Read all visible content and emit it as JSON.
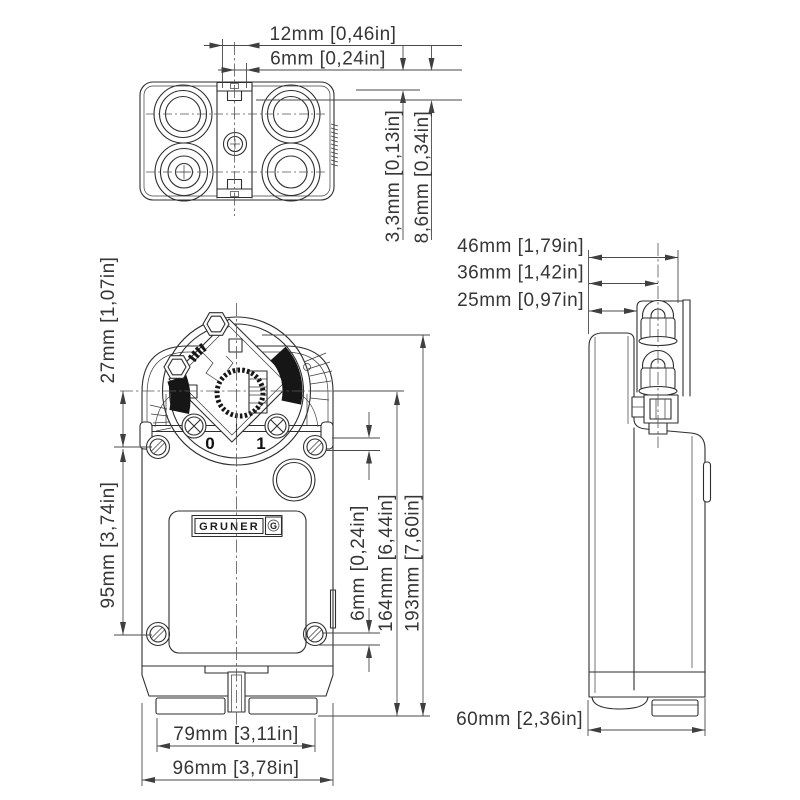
{
  "meta": {
    "background": "#ffffff",
    "line_color": "#2e2e2e",
    "dim_color": "#4a4a4a",
    "dark_fill": "#161616"
  },
  "top_view": {
    "dim_tab_width": "12mm [0,46in]",
    "dim_center_offset": "6mm [0,24in]",
    "dim_lip": "3,3mm [0,13in]",
    "dim_step": "8,6mm [0,34in]"
  },
  "front_view": {
    "brand": "GRUNER",
    "logo_mark": "G",
    "scale_zero": "0",
    "scale_one": "1",
    "dim_top_to_shaft": "27mm [1,07in]",
    "dim_mount_spacing": "95mm [3,74in]",
    "dim_screw_offset": "6mm [0,24in]",
    "dim_shaft_to_bottom": "164mm [6,44in]",
    "dim_overall_height": "193mm [7,60in]",
    "dim_foot_spacing": "79mm [3,11in]",
    "dim_overall_width": "96mm [3,78in]"
  },
  "side_view": {
    "dim_depth_total": "46mm [1,79in]",
    "dim_shaft_axis": "36mm [1,42in]",
    "dim_clamp_face": "25mm [0,97in]",
    "dim_body_depth": "60mm [2,36in]"
  }
}
